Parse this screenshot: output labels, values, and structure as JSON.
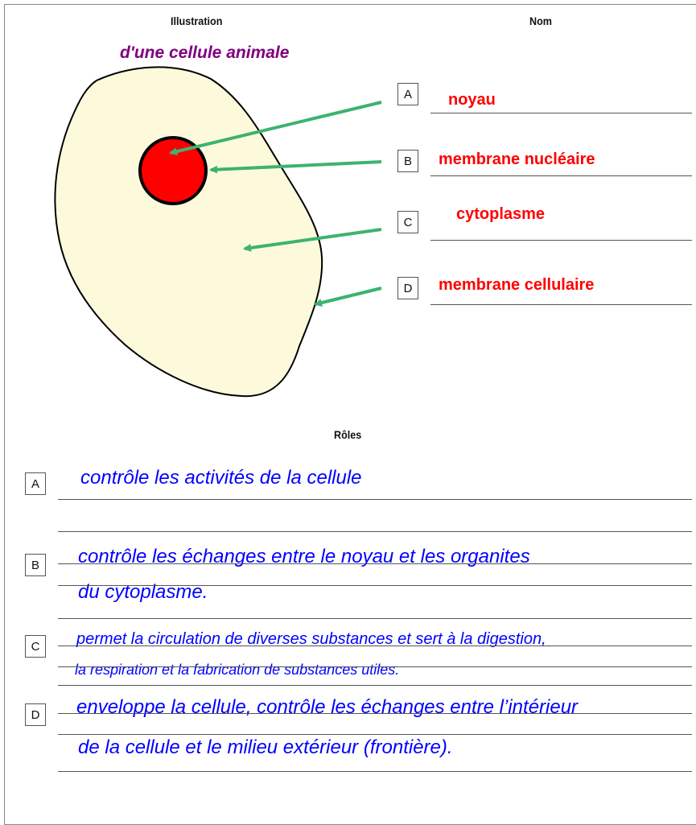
{
  "header": {
    "illustration": "Illustration",
    "nom": "Nom",
    "subtitle": "d'une cellule animale"
  },
  "diagram": {
    "cell_color": "#fdfadc",
    "nucleus_color": "#ff0000",
    "arrow_color": "#3cb371"
  },
  "names": [
    {
      "letter": "A",
      "label": "noyau"
    },
    {
      "letter": "B",
      "label": "membrane nucléaire"
    },
    {
      "letter": "C",
      "label": "cytoplasme"
    },
    {
      "letter": "D",
      "label": "membrane cellulaire"
    }
  ],
  "roles_title": "Rôles",
  "roles": [
    {
      "letter": "A",
      "line1": "contrôle les activités de la cellule",
      "line2": ""
    },
    {
      "letter": "B",
      "line1": "contrôle les échanges entre le noyau et les organites",
      "line2": "du cytoplasme."
    },
    {
      "letter": "C",
      "line1": "permet la circulation de diverses substances et sert à  la digestion,",
      "line2": "la respiration et la fabrication de substances utiles."
    },
    {
      "letter": "D",
      "line1": "enveloppe la cellule, contrôle les échanges entre l’intérieur",
      "line2": "de la cellule et le milieu extérieur (frontière)."
    }
  ]
}
